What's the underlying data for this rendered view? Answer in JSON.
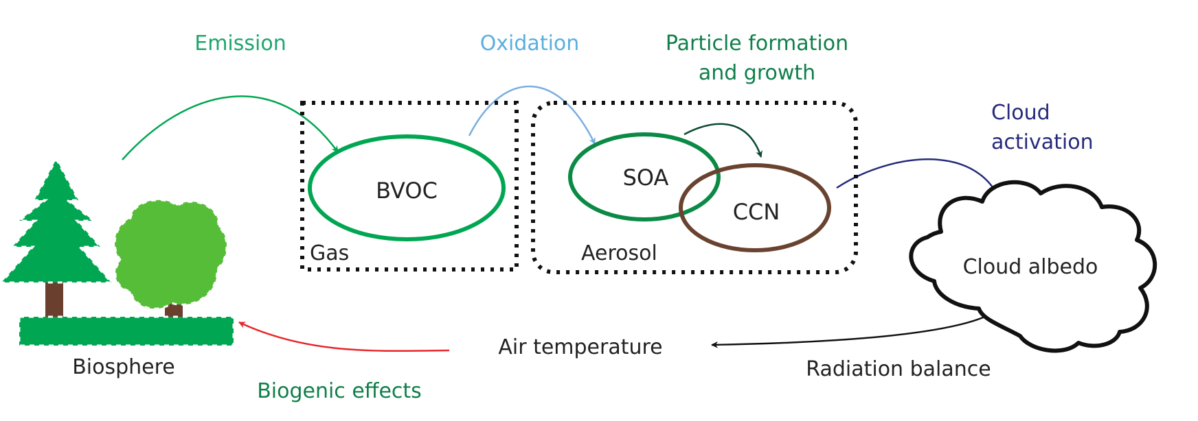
{
  "labels": {
    "emission": "Emission",
    "oxidation": "Oxidation",
    "particle_formation_line1": "Particle formation",
    "particle_formation_line2": "and growth",
    "cloud_activation_line1": "Cloud",
    "cloud_activation_line2": "activation",
    "bvoc": "BVOC",
    "gas": "Gas",
    "soa": "SOA",
    "ccn": "CCN",
    "aerosol": "Aerosol",
    "cloud_albedo": "Cloud albedo",
    "air_temperature": "Air temperature",
    "radiation_balance": "Radiation balance",
    "biosphere": "Biosphere",
    "biogenic_effects": "Biogenic effects"
  },
  "colors": {
    "emission": "#1ea56e",
    "emission_arrow": "#00a651",
    "oxidation": "#5aaee0",
    "oxidation_arrow": "#7aaee0",
    "particle_formation": "#0f7f4a",
    "soa_ring": "#0a8a45",
    "growth_arrow": "#0b4a32",
    "ccn_ring": "#6a4330",
    "cloud_activation": "#262a7a",
    "biogenic": "#e8262a",
    "biogenic_text": "#0f7f4a",
    "conifer": "#00a651",
    "broadleaf": "#56bd38",
    "trunk": "#6a3f2e",
    "text": "#222222"
  },
  "icons": {
    "conifer": "conifer-tree-icon",
    "broadleaf": "broadleaf-tree-icon",
    "ground": "ground-strip-icon",
    "cloud": "cloud-icon"
  }
}
